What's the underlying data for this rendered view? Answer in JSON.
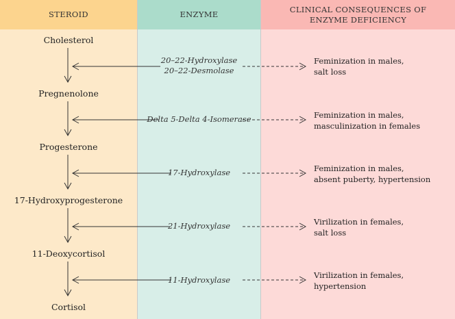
{
  "headers": {
    "steroid": "STEROID",
    "enzyme": "ENZYME",
    "clinical_line1": "CLINICAL CONSEQUENCES OF",
    "clinical_line2": "ENZYME DEFICIENCY"
  },
  "steroids": [
    "Cholesterol",
    "Pregnenolone",
    "Progesterone",
    "17-Hydroxyprogesterone",
    "11-Deoxycortisol",
    "Cortisol"
  ],
  "steps": [
    {
      "enzyme": [
        "20–22-Hydroxylase",
        "20–22-Desmolase"
      ],
      "consequence": [
        "Feminization in males,",
        "salt loss"
      ]
    },
    {
      "enzyme": [
        "Delta 5-Delta 4-Isomerase"
      ],
      "consequence": [
        "Feminization in males,",
        "masculinization in females"
      ]
    },
    {
      "enzyme": [
        "17-Hydroxylase"
      ],
      "consequence": [
        "Feminization in males,",
        "absent puberty, hypertension"
      ]
    },
    {
      "enzyme": [
        "21-Hydroxylase"
      ],
      "consequence": [
        "Virilization in females,",
        "salt loss"
      ]
    },
    {
      "enzyme": [
        "11-Hydroxylase"
      ],
      "consequence": [
        "Virilization in females,",
        "hypertension"
      ]
    }
  ],
  "colors": {
    "steroid_header": "#fcd48e",
    "steroid_body": "#fde9c9",
    "enzyme_header": "#abdccb",
    "enzyme_body": "#d8eee8",
    "clinical_header": "#fab8b4",
    "clinical_body": "#fddad8"
  }
}
